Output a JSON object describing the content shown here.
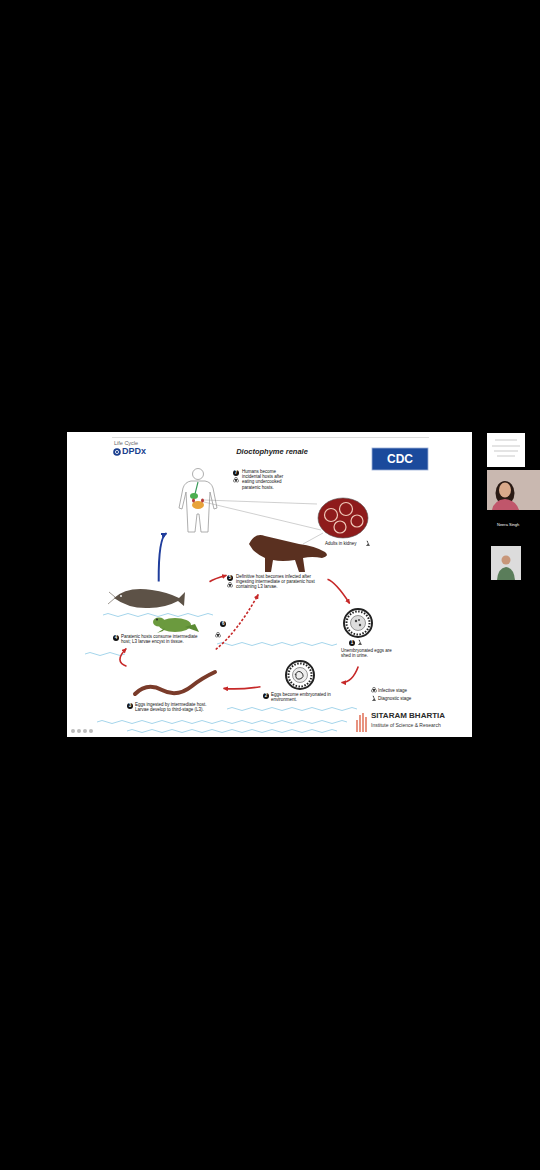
{
  "diagram": {
    "title": "Dioctophyme renale",
    "nodes": [
      {
        "text": [
          "7",
          "Humans become incidental hosts after eating undercooked paratenic hosts."
        ]
      },
      {
        "text": [
          "5",
          "Definitive host becomes infected after ingesting intermediate or paratenic host containing L3 larvae."
        ]
      },
      {
        "text": [
          "1",
          "Unembryonated eggs are shed in urine."
        ]
      },
      {
        "text": [
          "2",
          "Eggs become embryonated in environment."
        ]
      },
      {
        "text": [
          "3",
          "Eggs ingested by intermediate host. Larvae develop to third-stage (L3)."
        ]
      },
      {
        "text": [
          "4",
          "Paratenic hosts consume intermediate host; L3 larvae encyst in tissue."
        ]
      }
    ],
    "edges": [
      {
        "from": 2,
        "to": 3,
        "arrow": "to"
      },
      {
        "from": 3,
        "to": 4,
        "arrow": "to"
      },
      {
        "from": 4,
        "to": 5,
        "arrow": "to"
      },
      {
        "from": 5,
        "to": 1,
        "arrow": "to"
      },
      {
        "from": 4,
        "to": 1,
        "arrow": "to",
        "label": "6"
      },
      {
        "from": 1,
        "to": 2,
        "arrow": "to"
      },
      {
        "from": 5,
        "to": 0,
        "arrow": "to"
      }
    ],
    "labels": [
      "Life Cycle",
      "DPDx",
      "CDC",
      "Adults in kidney",
      "SITARAM BHARTIA",
      "Institute of Science & Research",
      "Neera Singh"
    ],
    "legend": [
      {
        "text": "Infective stage"
      },
      {
        "text": "Diagnostic stage"
      }
    ]
  }
}
